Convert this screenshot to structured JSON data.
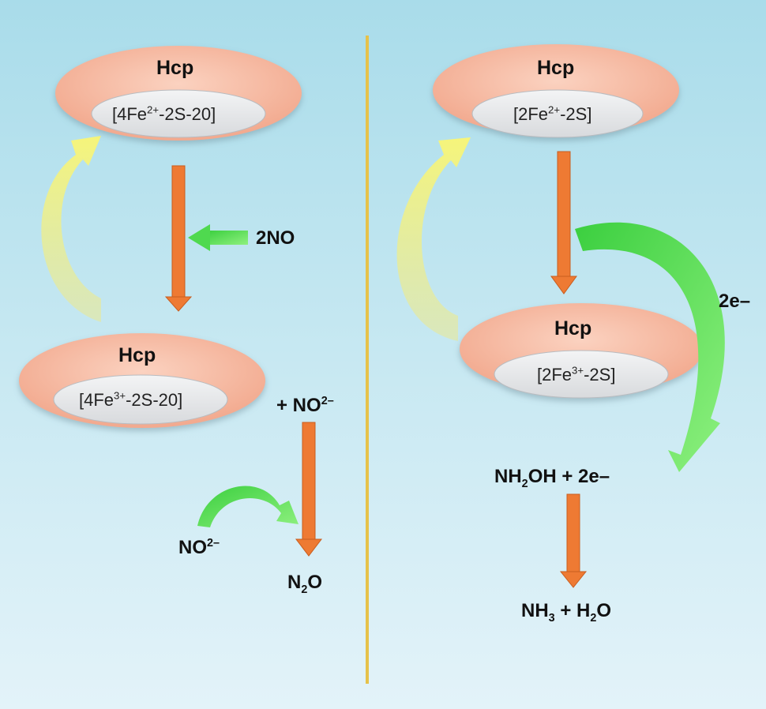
{
  "left": {
    "top_complex": {
      "protein": "Hcp",
      "cluster": {
        "pre": "[4Fe",
        "sup": "2+",
        "post": "-2S-20]"
      }
    },
    "reactant": "2NO",
    "bottom_complex": {
      "protein": "Hcp",
      "cluster": {
        "pre": "[4Fe",
        "sup": "3+",
        "post": "-2S-20]"
      }
    },
    "plus_nitrite": {
      "pre": "+ NO",
      "sup": "2–"
    },
    "side_nitrite": {
      "pre": "NO",
      "sup": "2–"
    },
    "product": {
      "pre": "N",
      "sub": "2",
      "post": "O"
    }
  },
  "right": {
    "top_complex": {
      "protein": "Hcp",
      "cluster": {
        "pre": "[2Fe",
        "sup": "2+",
        "post": "-2S]"
      }
    },
    "electrons": "2e–",
    "bottom_complex": {
      "protein": "Hcp",
      "cluster": {
        "pre": "[2Fe",
        "sup": "3+",
        "post": "-2S]"
      }
    },
    "hydroxylamine": {
      "pre": "NH",
      "sub": "2",
      "post": "OH + 2e–"
    },
    "products": {
      "a": "NH",
      "a_sub": "3",
      "mid": " + H",
      "b_sub": "2",
      "b": "O"
    }
  },
  "colors": {
    "outer_ring": "#f6b8a0",
    "inner_disc": "#e6e8ea",
    "reaction_arrow": "#ee7a33",
    "green_arrow": "#5fe05a",
    "yellow_arrow": "#f1f19a",
    "divider": "#e6c24a"
  }
}
